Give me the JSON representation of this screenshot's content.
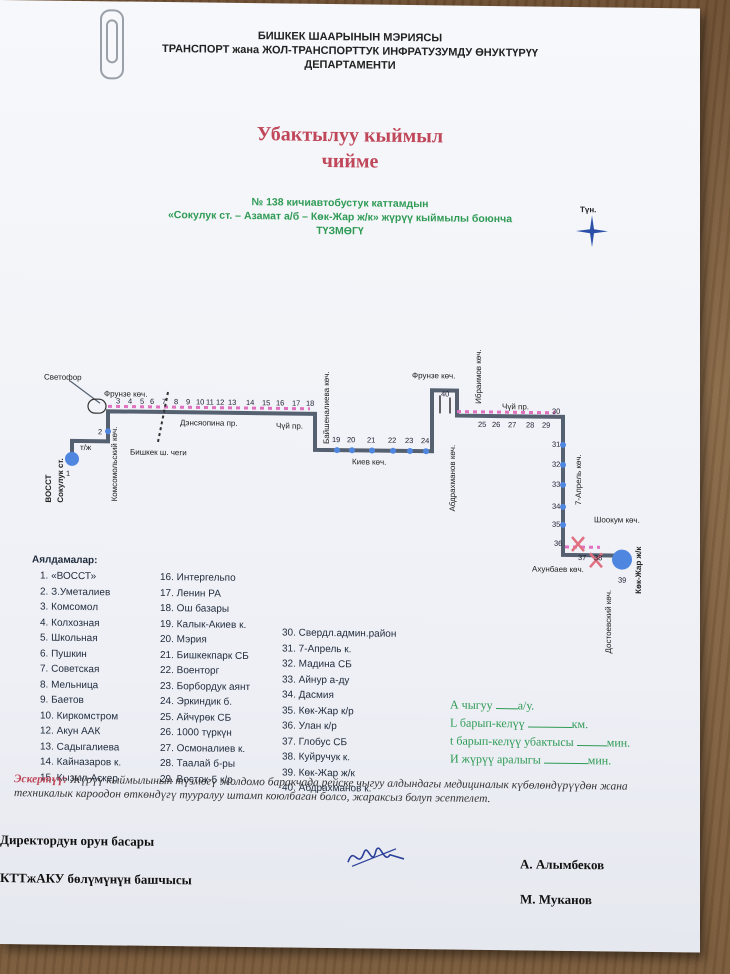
{
  "header": {
    "line1": "БИШКЕК ШААРЫНЫН МЭРИЯСЫ",
    "line2": "ТРАНСПОРТ жана ЖОЛ-ТРАНСПОРТТУК ИНФРАТУЗУМДУ ӨНУКТҮРҮҮ",
    "line3": "ДЕПАРТАМЕНТИ"
  },
  "title": {
    "line1": "Убактылуу кыймыл",
    "line2": "чийме"
  },
  "subtitle": {
    "line1": "№ 138  кичиавтобустук каттамдын",
    "line2": "«Сокулук ст. – Азамат а/б – Көк-Жар ж/к» жүрүү кыймылы боюнча",
    "line3": "ТҮЗМӨГҮ"
  },
  "compass": {
    "label": "Түн."
  },
  "map": {
    "traffic_light": "Светофор",
    "streets": {
      "frunze1": "Фрунзе көч.",
      "densopina": "Дэнсяопина пр.",
      "chuy1": "Чүй пр.",
      "bishkek": "Бишкек ш. чеги",
      "tj": "т/ж",
      "kiev": "Киев көч.",
      "frunze2": "Фрунзе көч.",
      "chuy2": "Чүй пр.",
      "shookum": "Шоокум көч.",
      "akhunbaev": "Ахунбаев көч.",
      "komsomol": "Комсомольский көч.",
      "baishenalieva": "Байшеналиева көч.",
      "abdrakhmanov": "Абдрахманов көч.",
      "ibraimov": "Ибраимов көч.",
      "aprel7": "7-Апрель көч.",
      "dostoevsky": "Достоевский көч.",
      "vosst": "ВОССТ",
      "sokuluk": "Сокулук ст.",
      "kokjar": "Көк-Жар ж/к"
    },
    "stop_numbers": [
      "1",
      "2",
      "3",
      "4",
      "5",
      "6",
      "7",
      "8",
      "9",
      "10",
      "11",
      "12",
      "13",
      "14",
      "15",
      "16",
      "17",
      "18",
      "19",
      "20",
      "21",
      "22",
      "23",
      "24",
      "25",
      "26",
      "27",
      "28",
      "29",
      "30",
      "31",
      "32",
      "33",
      "34",
      "35",
      "36",
      "37",
      "38",
      "39",
      "40"
    ]
  },
  "stops": {
    "heading": "Аялдамалар:",
    "col1": [
      "1. «ВОССТ»",
      "2. З.Уметалиев",
      "3. Комсомол",
      "4. Колхозная",
      "5. Школьная",
      "6. Пушкин",
      "7. Советская",
      "8. Мельница",
      "9. Баетов",
      "10. Киркомстром",
      "12. Акун ААК",
      "13. Садыгалиева",
      "14. Кайназаров к.",
      "15. Кызыл-Аскер"
    ],
    "col2": [
      "16. Интергельпо",
      "17. Ленин РА",
      "18. Ош базары",
      "19. Калык-Акиев к.",
      "20. Мэрия",
      "21. Бишкекпарк СБ",
      "22. Военторг",
      "23. Борбордук аянт",
      "24. Эркиндик б.",
      "25. Айчүрөк СБ",
      "26. 1000 түркүн",
      "27. Осмоналиев к.",
      "28. Таалай б-ры",
      "29. Восток-5 к/р"
    ],
    "col3": [
      "30. Свердл.админ.район",
      "31. 7-Апрель к.",
      "32. Мадина СБ",
      "33. Айнур а-ду",
      "34. Дасмия",
      "35. Көк-Жар к/р",
      "36. Улан к/р",
      "37. Глобус СБ",
      "38. Куйручук к.",
      "39. Көк-Жар ж/к",
      "40. Абдрахманов к."
    ]
  },
  "fields": {
    "a_prefix": "А чыгуу",
    "a_suffix": "а/у.",
    "l_prefix": "L барып-келүү",
    "l_suffix": "км.",
    "t_prefix": "t барып-келүү убактысы",
    "t_suffix": "мин.",
    "i_prefix": "И жүрүү аралыгы",
    "i_suffix": "мин."
  },
  "note": {
    "label": "Эскертүү:",
    "text": "Жүрүү кыймылынын түзмөгү жолдомо баракчада рейске чыгуу алдындагы медициналык күбөлөндүрүүдөн жана техникалык кароодон өткөндүгү тууралуу штамп коюлбаган болсо, жараксыз болуп эсептелет."
  },
  "signatures": {
    "left1": "Директордун орун басары",
    "left2": "КТТжАКУ бөлүмүнүн башчысы",
    "right1": "А. Алымбеков",
    "right2": "М. Муканов"
  }
}
